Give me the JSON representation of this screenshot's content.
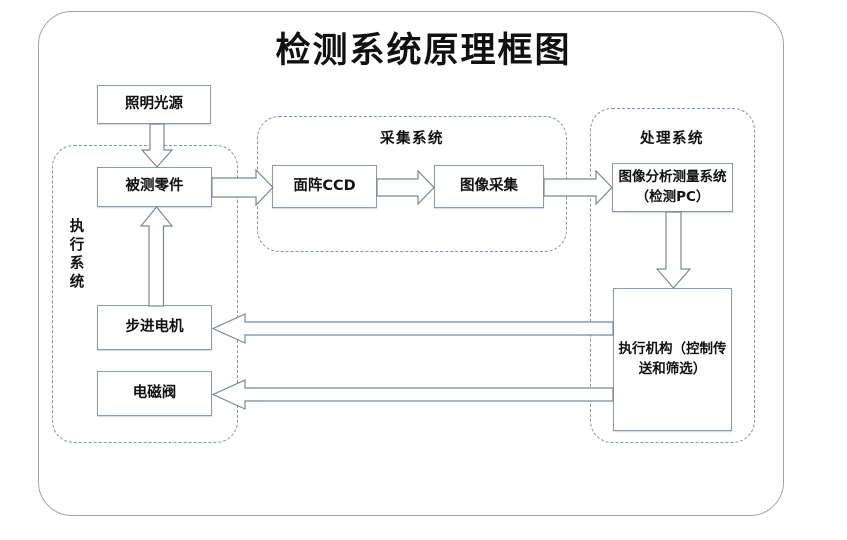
{
  "diagram": {
    "title": "检测系统原理框图",
    "groups": [
      {
        "id": "execution-system",
        "label": "执行系统",
        "orientation": "vertical"
      },
      {
        "id": "acquisition-system",
        "label": "采集系统",
        "orientation": "horizontal"
      },
      {
        "id": "processing-system",
        "label": "处理系统",
        "orientation": "horizontal"
      }
    ],
    "nodes": [
      {
        "id": "light-source",
        "label": "照明光源"
      },
      {
        "id": "tested-part",
        "label": "被测零件"
      },
      {
        "id": "stepper-motor",
        "label": "步进电机"
      },
      {
        "id": "solenoid-valve",
        "label": "电磁阀"
      },
      {
        "id": "area-ccd",
        "label": "面阵CCD"
      },
      {
        "id": "image-acquisition",
        "label": "图像采集"
      },
      {
        "id": "analysis-pc",
        "label": "图像分析测量系统（检测PC）"
      },
      {
        "id": "actuator",
        "label": "执行机构（控制传送和筛选）"
      }
    ],
    "edges": [
      {
        "from": "light-source",
        "to": "tested-part",
        "direction": "down"
      },
      {
        "from": "tested-part",
        "to": "area-ccd",
        "direction": "right"
      },
      {
        "from": "area-ccd",
        "to": "image-acquisition",
        "direction": "right"
      },
      {
        "from": "image-acquisition",
        "to": "analysis-pc",
        "direction": "right"
      },
      {
        "from": "analysis-pc",
        "to": "actuator",
        "direction": "down"
      },
      {
        "from": "actuator",
        "to": "stepper-motor",
        "direction": "left"
      },
      {
        "from": "actuator",
        "to": "solenoid-valve",
        "direction": "left"
      },
      {
        "from": "stepper-motor",
        "to": "tested-part",
        "direction": "up"
      }
    ],
    "colors": {
      "frame_border": "#9aa5b1",
      "group_border": "#7f95b0",
      "box_border": "#8e9aa6",
      "arrow_stroke": "#7a8795",
      "text": "#111111",
      "background": "#ffffff"
    }
  }
}
